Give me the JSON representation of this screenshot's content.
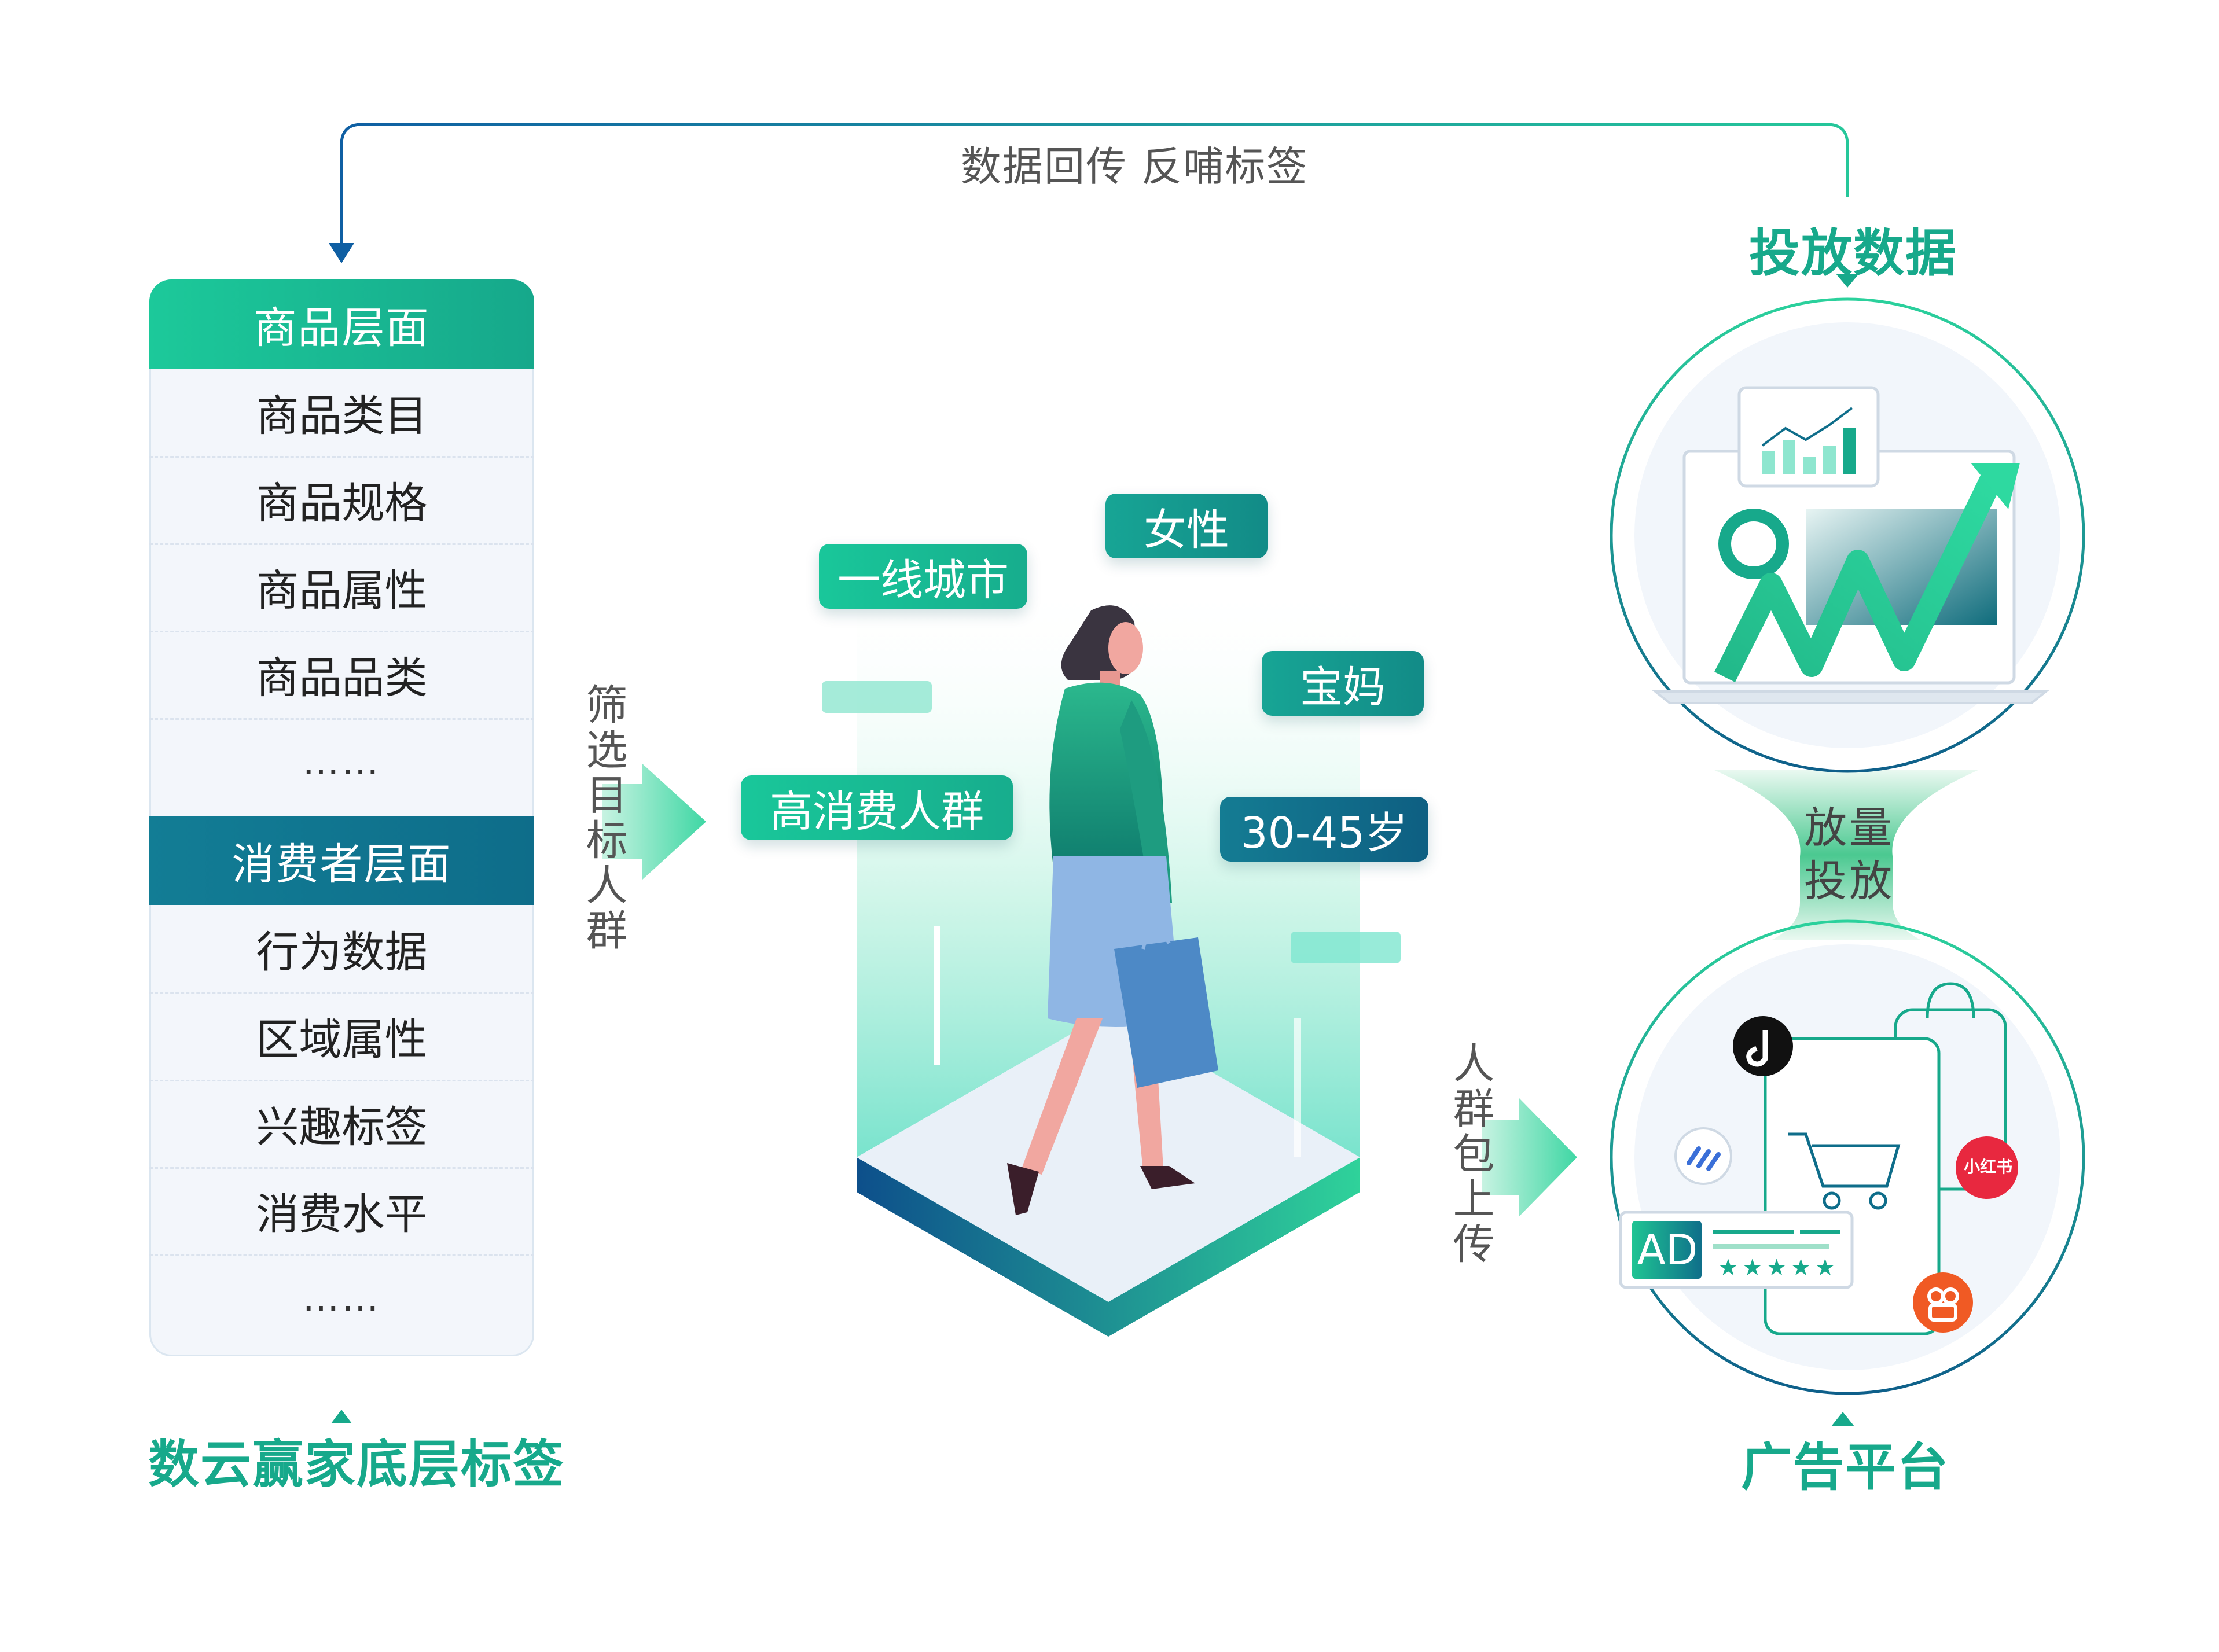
{
  "feedback_label": "数据回传 反哺标签",
  "left_panel": {
    "product_header": "商品层面",
    "product_items": [
      "商品类目",
      "商品规格",
      "商品属性",
      "商品品类",
      "……"
    ],
    "consumer_header": "消费者层面",
    "consumer_items": [
      "行为数据",
      "区域属性",
      "兴趣标签",
      "消费水平",
      "……"
    ],
    "caption": "数云赢家底层标签"
  },
  "filter_label": "筛选目标人群",
  "persona_tags": {
    "city": "一线城市",
    "gender": "女性",
    "mom": "宝妈",
    "spending": "高消费人群",
    "age": "30-45岁"
  },
  "upload_label": "人群包上传",
  "right_panel": {
    "top_caption": "投放数据",
    "middle_label": "放量投放",
    "bottom_caption": "广告平台",
    "ad_badge": "AD",
    "xiaohongshu_icon_text": "小红书"
  },
  "colors": {
    "green": "#17a98b",
    "teal": "#128b87",
    "blue": "#0e6d8a",
    "red": "#e8283f",
    "orange": "#f05a24"
  }
}
